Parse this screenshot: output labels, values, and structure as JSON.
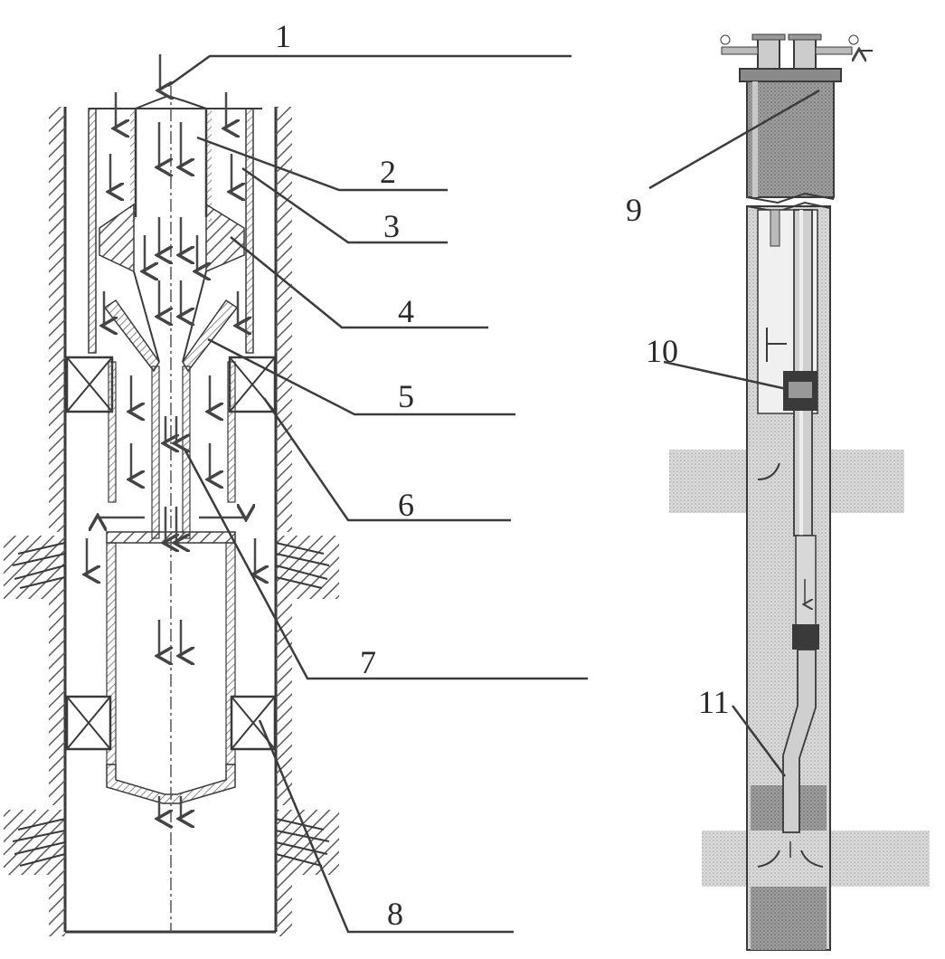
{
  "callouts": [
    {
      "id": "1",
      "text": "1"
    },
    {
      "id": "2",
      "text": "2"
    },
    {
      "id": "3",
      "text": "3"
    },
    {
      "id": "4",
      "text": "4"
    },
    {
      "id": "5",
      "text": "5"
    },
    {
      "id": "6",
      "text": "6"
    },
    {
      "id": "7",
      "text": "7"
    },
    {
      "id": "8",
      "text": "8"
    },
    {
      "id": "9",
      "text": "9"
    },
    {
      "id": "10",
      "text": "10"
    },
    {
      "id": "11",
      "text": "11"
    }
  ],
  "colors": {
    "ink": "#3a3a3a",
    "hatch": "#5a5a5a",
    "stipple_light": "#d6d6d6",
    "stipple_dark": "#a8a8a8",
    "background": "#ffffff"
  }
}
